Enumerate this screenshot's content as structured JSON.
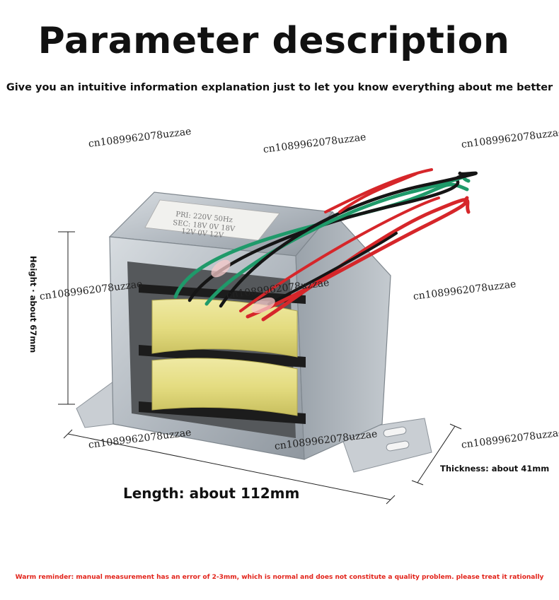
{
  "header": {
    "title": "Parameter description",
    "subtitle": "Give you an intuitive information explanation just to let you know everything about me better"
  },
  "watermark": {
    "text": "cn1089962078uzzae"
  },
  "label": {
    "line1": "PRI: 220V 50Hz",
    "line2": "SEC: 18V 0V 18V",
    "line3": "12V 0V 12V"
  },
  "dimensions": {
    "length": "Length: about 112mm",
    "thickness": "Thickness: about 41mm",
    "height": "Height · about 67mm"
  },
  "footer": {
    "reminder": "Warm reminder: manual measurement has an error of 2-3mm, which is normal and does not constitute a quality problem. please treat it rationally"
  },
  "colors": {
    "coil": "#e6df86",
    "frame": "#b7bec5",
    "wire_red": "#d6262a",
    "wire_green": "#1f9a6a",
    "wire_black": "#151515",
    "reminder": "#e2231a"
  }
}
